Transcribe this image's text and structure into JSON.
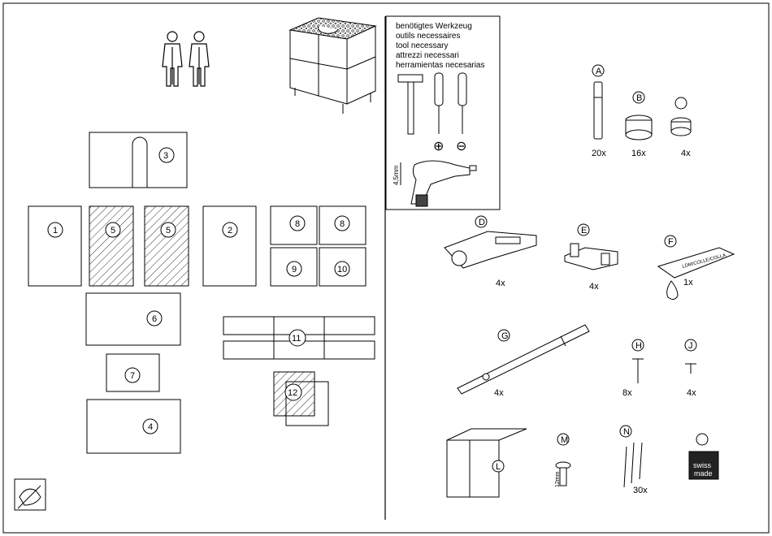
{
  "tools": {
    "lines": [
      "benötigtes Werkzeug",
      "outils necessaires",
      "tool necessary",
      "attrezzi necessari",
      "herramientas necesarias"
    ],
    "drill_bit": "4,5mm",
    "plus_symbol": "⊕",
    "minus_symbol": "⊖"
  },
  "panels": {
    "p1": "1",
    "p2": "2",
    "p3": "3",
    "p4": "4",
    "p5a": "5",
    "p5b": "5",
    "p6": "6",
    "p7": "7",
    "p8a": "8",
    "p8b": "8",
    "p9": "9",
    "p10": "10",
    "p11": "11",
    "p12": "12"
  },
  "hardware": {
    "A": {
      "letter": "A",
      "qty": "20x"
    },
    "B": {
      "letter": "B",
      "qty": "16x"
    },
    "C": {
      "letter": "",
      "qty": "4x"
    },
    "D": {
      "letter": "D",
      "qty": "4x"
    },
    "E": {
      "letter": "E",
      "qty": "4x"
    },
    "F": {
      "letter": "F",
      "qty": "1x",
      "tube_text": "LDM/COLLE/COLLA"
    },
    "G": {
      "letter": "G",
      "qty": "4x"
    },
    "H": {
      "letter": "H",
      "qty": "8x"
    },
    "J": {
      "letter": "J",
      "qty": "4x"
    },
    "L": {
      "letter": "L"
    },
    "M": {
      "letter": "M",
      "length": "12mm"
    },
    "N": {
      "letter": "N",
      "qty": "30x"
    },
    "O": {
      "letter": "",
      "badge_top": "",
      "badge_line1": "swiss",
      "badge_line2": "made"
    }
  },
  "icons": {
    "people": "two-person-icon",
    "cabinet": "cabinet-preview-icon",
    "care": "cleaning-hand-icon"
  }
}
